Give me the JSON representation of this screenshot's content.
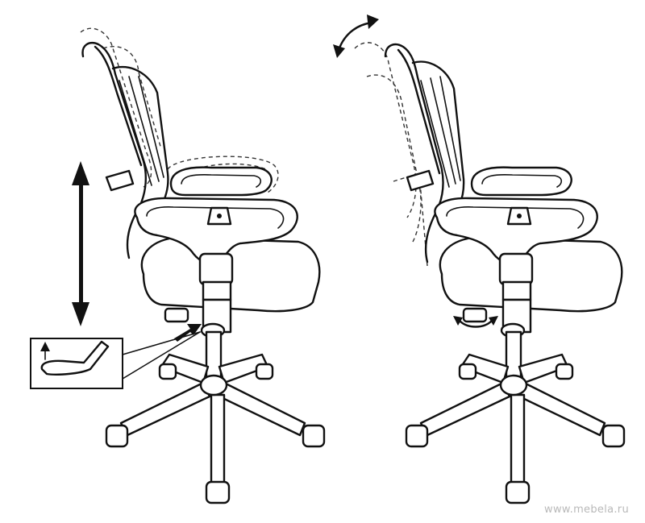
{
  "watermark": {
    "text": "www.mebela.ru"
  },
  "figures": [
    {
      "name": "height-adjustment"
    },
    {
      "name": "tilt-adjustment"
    }
  ],
  "colors": {
    "line": "#111111",
    "background": "#ffffff",
    "watermark": "#b9b9b9"
  }
}
